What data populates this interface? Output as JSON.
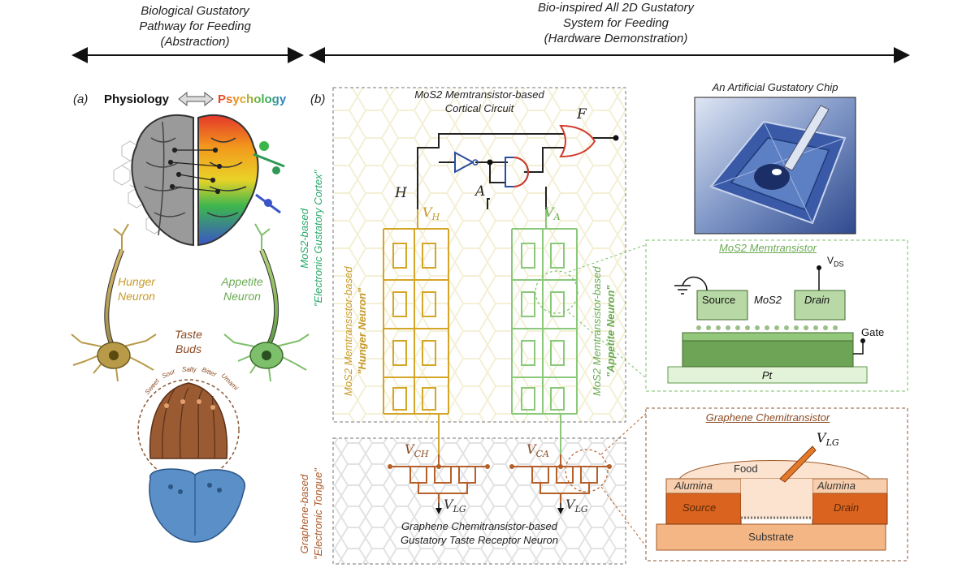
{
  "header": {
    "left": {
      "line1": "Biological Gustatory",
      "line2": "Pathway for Feeding",
      "line3": "(Abstraction)"
    },
    "right": {
      "line1": "Bio-inspired All 2D Gustatory",
      "line2": "System for Feeding",
      "line3": "(Hardware Demonstration)"
    }
  },
  "panel_a": {
    "letter": "(a)",
    "physiology": "Physiology",
    "psychology": "Psychology",
    "hunger_neuron": [
      "Hunger",
      "Neuron"
    ],
    "appetite_neuron": [
      "Appetite",
      "Neuron"
    ],
    "taste_buds": [
      "Taste",
      "Buds"
    ],
    "tastes": [
      "Sweet",
      "Sour",
      "Salty",
      "Bitter",
      "Umami"
    ]
  },
  "panel_b": {
    "letter": "(b)",
    "cortical_circuit": [
      "MoS2 Memtransistor-based",
      "Cortical Circuit"
    ],
    "gate_F": "F",
    "gate_H": "H",
    "gate_A": "A",
    "VH": "V",
    "VH_sub": "H",
    "VA": "V",
    "VA_sub": "A",
    "cortex_label": [
      "MoS2-based",
      "\"Electronic Gustatory Cortex\""
    ],
    "hunger_label": [
      "MoS2 Memtransistor-based",
      "\"Hunger Neuron\""
    ],
    "appetite_label": [
      "MoS2 Memtransistor-based",
      "\"Appetite Neuron\""
    ],
    "VCH": "V",
    "VCH_sub": "CH",
    "VCA": "V",
    "VCA_sub": "CA",
    "VLG": "V",
    "VLG_sub": "LG",
    "tongue_label": [
      "Graphene-based",
      "\"Electronic Tongue\""
    ],
    "receptor_label": [
      "Graphene Chemitransistor-based",
      "Gustatory Taste Receptor Neuron"
    ]
  },
  "chip": {
    "title": "An Artificial Gustatory Chip"
  },
  "memtransistor": {
    "title": "MoS2 Memtransistor",
    "vds": "V",
    "vds_sub": "DS",
    "source": "Source",
    "mos2": "MoS2",
    "drain": "Drain",
    "gate": "Gate",
    "pt": "Pt"
  },
  "chemitransistor": {
    "title": "Graphene Chemitransistor",
    "vlg": "V",
    "vlg_sub": "LG",
    "food": "Food",
    "alumina_left": "Alumina",
    "alumina_right": "Alumina",
    "source": "Source",
    "drain": "Drain",
    "substrate": "Substrate"
  },
  "colors": {
    "hunger": "#d4a628",
    "appetite": "#7dbf6a",
    "graphene": "#b5602a",
    "gate_blue": "#2c4da0",
    "gate_red": "#d23a2a"
  }
}
